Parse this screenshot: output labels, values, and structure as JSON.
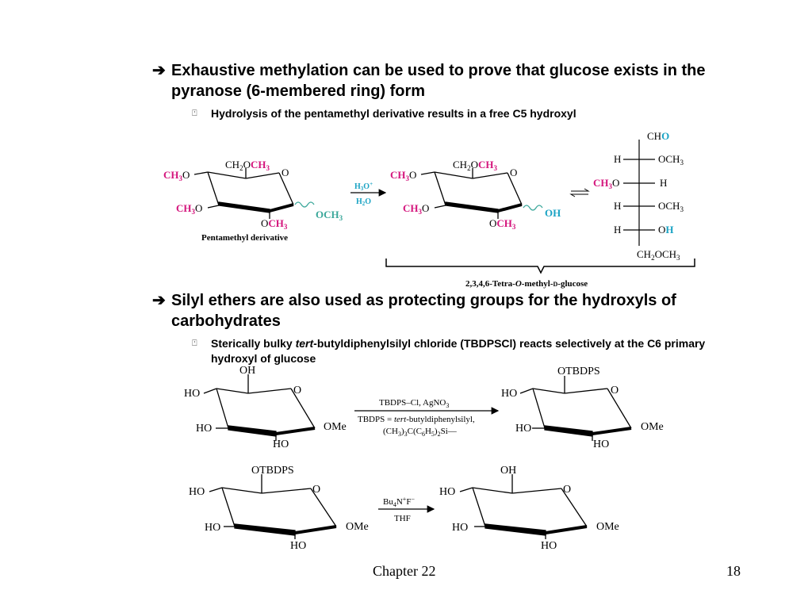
{
  "bullets": [
    {
      "arrow": "➔",
      "text": "Exhaustive methylation can be used to prove that glucose exists in the pyranose (6-membered ring) form"
    },
    {
      "arrow": "➔",
      "text": "Silyl ethers are also used as protecting groups for the hydroxyls of carbohydrates"
    }
  ],
  "subbullets": [
    {
      "mark": "⍞",
      "text": "Hydrolysis of the pentamethyl derivative results in a free C5 hydroxyl"
    },
    {
      "mark": "⍞",
      "before": "Sterically bulky ",
      "italic": "tert",
      "after": "-butyldiphenylsilyl chloride (TBDPSCl) reacts selectively at the C6 primary hydroxyl of glucose"
    }
  ],
  "scheme1": {
    "left": {
      "ch2": "CH",
      "sub2": "2",
      "o": "O",
      "ch3": "CH",
      "sub3": "3",
      "ring_o": "O",
      "och3": "OCH",
      "sub_och3": "3",
      "label": "Pentamethyl derivative"
    },
    "reagent_top": "H",
    "reagent_top_sub": "3",
    "reagent_top_o": "O",
    "reagent_top_sup": "+",
    "reagent_bottom": "H",
    "reagent_bottom_sub": "2",
    "reagent_bottom_o": "O",
    "right_oh": "OH",
    "fischer": {
      "top": "CH",
      "top_o": "O",
      "rows": [
        {
          "left": "H",
          "right": "OCH",
          "sub": "3"
        },
        {
          "left": "CH",
          "leftsub": "3",
          "lefto": "O",
          "right": "H"
        },
        {
          "left": "H",
          "right": "OCH",
          "sub": "3"
        },
        {
          "left": "H",
          "right": "O",
          "righth": "H"
        }
      ],
      "bottom": "CH",
      "bottom_sub": "2",
      "bottom_o": "OCH",
      "bottom_sub3": "3"
    },
    "product_label": {
      "a": "2,3,4,6-Tetra-",
      "b": "O",
      "c": "-methyl-",
      "d": "D",
      "e": "-glucose"
    }
  },
  "scheme2": {
    "oh": "OH",
    "ho": "HO",
    "o": "O",
    "ome": "OMe",
    "otbdps": "OTBDPS",
    "reagent1": "TBDPS–Cl, AgNO",
    "reagent1_sub": "3",
    "reagent2a": "TBDPS = ",
    "reagent2b": "tert",
    "reagent2c": "-butyldiphenylsilyl,",
    "reagent3": "(CH",
    "reagent3_rest": "C(C",
    "reagent3_tail": ")",
    "reagent3_end": "Si—",
    "bu4nf": "Bu",
    "bu4nf_rest": "N",
    "bu4nf_tail": "F",
    "thf": "THF"
  },
  "footer": {
    "chapter": "Chapter 22",
    "page": "18"
  },
  "colors": {
    "magenta": "#d4147c",
    "cyan": "#1aa3c4",
    "teal": "#3aa79a"
  }
}
